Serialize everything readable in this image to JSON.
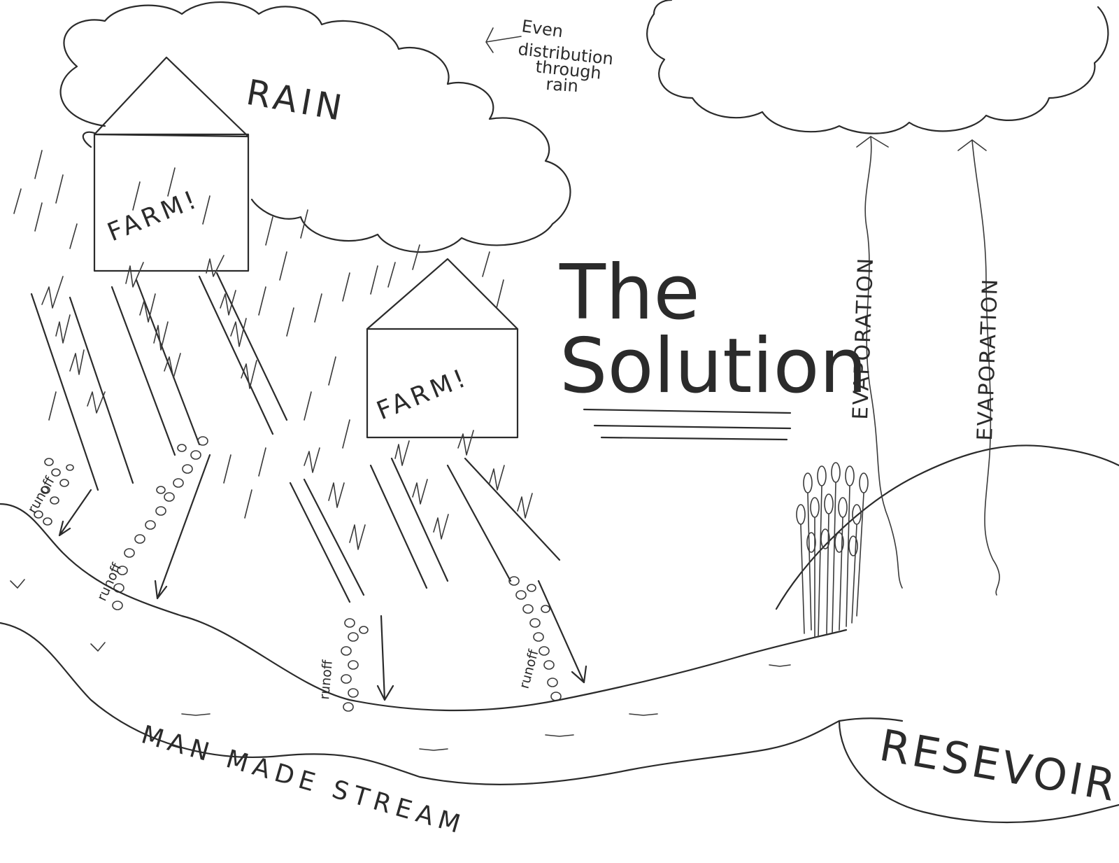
{
  "title": {
    "line1": "The",
    "line2": "Solution"
  },
  "rain_label": "RAIN",
  "cloud_note": {
    "line1": "Even",
    "line2": "distribution",
    "line3": "through",
    "line4": "rain"
  },
  "farms": [
    {
      "label": "FARM!"
    },
    {
      "label": "FARM!"
    }
  ],
  "runoff_labels": [
    "runoff",
    "runoff",
    "runoff",
    "runoff"
  ],
  "evaporation_labels": [
    "EVAPORATION",
    "EVAPORATION"
  ],
  "stream_label": "MAN MADE STREAM",
  "reservoir_label": "RESEVOIR"
}
